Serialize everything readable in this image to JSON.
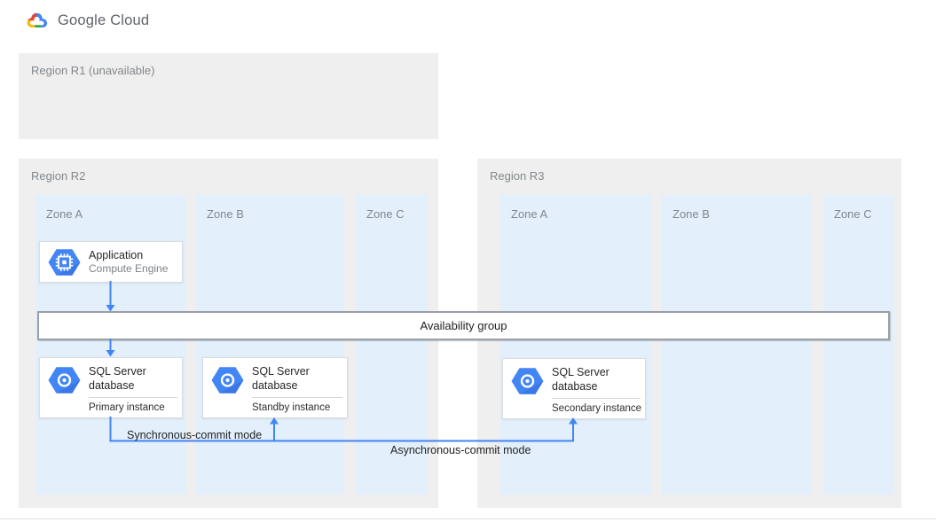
{
  "header": {
    "logo_text": "Google Cloud"
  },
  "regions": {
    "r1": {
      "label": "Region R1 (unavailable)"
    },
    "r2": {
      "label": "Region R2",
      "zones": [
        {
          "label": "Zone A"
        },
        {
          "label": "Zone B"
        },
        {
          "label": "Zone C"
        }
      ]
    },
    "r3": {
      "label": "Region R3",
      "zones": [
        {
          "label": "Zone A"
        },
        {
          "label": "Zone B"
        },
        {
          "label": "Zone C"
        }
      ]
    }
  },
  "nodes": {
    "application": {
      "title": "Application",
      "subtitle": "Compute Engine",
      "icon": "compute-engine-icon"
    },
    "availability_group": {
      "label": "Availability group"
    },
    "sql_primary": {
      "title": "SQL Server database",
      "instance": "Primary instance",
      "icon": "sql-server-database-icon"
    },
    "sql_standby": {
      "title": "SQL Server database",
      "instance": "Standby instance",
      "icon": "sql-server-database-icon"
    },
    "sql_secondary": {
      "title": "SQL Server database",
      "instance": "Secondary instance",
      "icon": "sql-server-database-icon"
    }
  },
  "edges": {
    "sync_label": "Synchronous-commit mode",
    "async_label": "Asynchronous-commit mode"
  },
  "colors": {
    "arrow_blue": "#4285f4",
    "region_bg": "#efefef",
    "zone_bg": "#e3f0fb",
    "card_border": "#dadce0",
    "availability_border": "#9aa0a6",
    "label_gray": "#82878c",
    "logo_red": "#ea4335",
    "logo_yellow": "#fbbc04",
    "logo_green": "#34a853",
    "logo_blue": "#4285f4",
    "logo_text_gray": "#5f6368"
  }
}
